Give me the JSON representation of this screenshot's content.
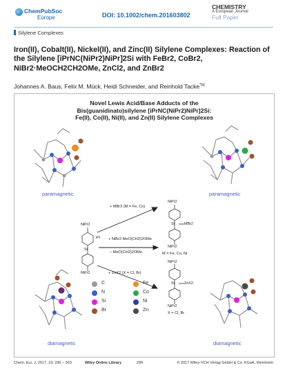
{
  "header": {
    "logo_line1": "ChemPubSoc",
    "logo_line2": "Europe",
    "doi": "DOI: 10.1002/chem.201603802",
    "brand_name": "CHEMISTRY",
    "brand_sub": "A European Journal",
    "brand_type": "Full Paper"
  },
  "section_label": "Silylene Complexes",
  "title": "Iron(II), Cobalt(II), Nickel(II), and Zinc(II) Silylene Complexes: Reaction of the Silylene [iPrNC(NiPr2)NiPr]2Si with FeBr2, CoBr2, NiBr2·MeOCH2CH2OMe, ZnCl2, and ZnBr2",
  "authors": "Johannes A. Baus, Felix M. Mück, Heidi Schneider, and Reinhold Tacke",
  "authors_sup": "*[a]",
  "toc": {
    "title_line1": "Novel Lewis Acid/Base Adducts of the",
    "title_line2": "Bis(guanidinato)silylene [iPrNC(NiPr2)NiPr]2Si:",
    "title_line3": "Fe(II), Co(II), Ni(II), and Zn(II) Silylene Complexes",
    "label_paramagnetic_left": "paramagnetic",
    "label_paramagnetic_right": "paramagnetic",
    "label_diamagnetic_left": "diamagnetic",
    "label_diamagnetic_right": "diamagnetic",
    "reaction_1": "+ MBr2 (M = Fe, Co)",
    "reaction_2a": "+ NiBr2·MeO(CH2)2OMe",
    "reaction_2b": "– MeO(CH2)2OMe",
    "reaction_3": "+ ZnX2 (X = Cl, Br)",
    "product_1_label": "M = Fe, Co, Ni",
    "product_2_label": "X = Cl, Br",
    "chem_npr2_top": "NiPr2",
    "chem_npr2_bottom": "NiPr2",
    "chem_ipr": "iPr",
    "chem_si": "Si",
    "chem_n": "N",
    "chem_mbr2": "MBr2",
    "chem_znx2": "ZnX2",
    "legend": [
      {
        "symbol": "C",
        "color": "#9a9a9a"
      },
      {
        "symbol": "N",
        "color": "#3a5fcd"
      },
      {
        "symbol": "Si",
        "color": "#e020e0"
      },
      {
        "symbol": "Br",
        "color": "#a0522d"
      },
      {
        "symbol": "Fe",
        "color": "#f08c28"
      },
      {
        "symbol": "Co",
        "color": "#2aa84a"
      },
      {
        "symbol": "Ni",
        "color": "#2b3fa6"
      },
      {
        "symbol": "Zn",
        "color": "#4a4a4a"
      }
    ]
  },
  "footer": {
    "citation": "Chem. Eur. J. 2017, 23, 296 – 303",
    "library": "Wiley Online Library",
    "page": "296",
    "copyright": "© 2017 Wiley-VCH Verlag GmbH & Co. KGaA, Weinheim"
  }
}
